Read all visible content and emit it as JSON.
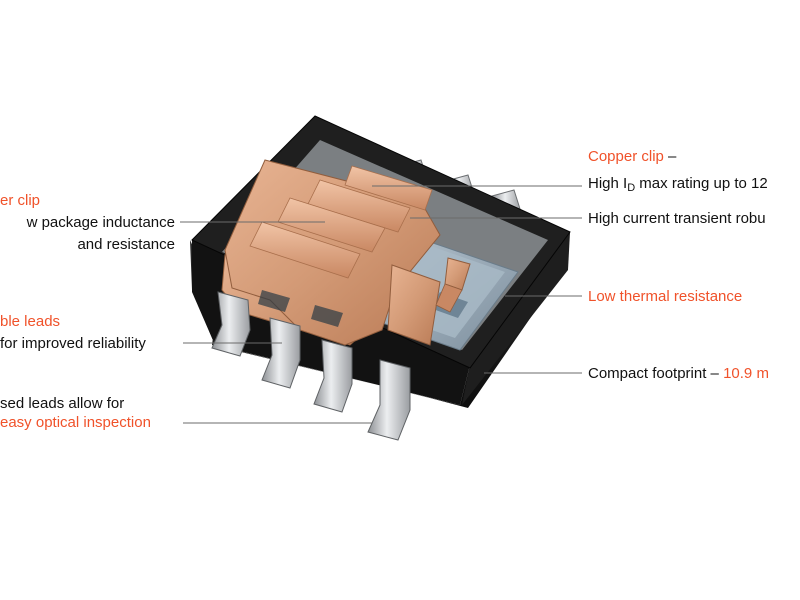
{
  "colors": {
    "accent": "#f0522a",
    "text": "#111111",
    "copper": "#d9a07c",
    "body": "#1b1b1b",
    "die": "#8fa3b3",
    "leads": "#b9bcbf"
  },
  "labels": {
    "left_copper_clip": "er clip",
    "left_inductance_1": "w package inductance",
    "left_inductance_2": "and resistance",
    "left_leads_title": "ble leads",
    "left_leads_text": "for improved reliability",
    "left_exposed_1": "sed leads allow for",
    "left_exposed_2": "easy optical inspection",
    "right_copper_clip": "Copper clip",
    "right_copper_dash": " –",
    "right_id_prefix": "High I",
    "right_id_sub": "D",
    "right_id_suffix": " max rating up to 12",
    "right_transient": "High current transient robu",
    "right_thermal": "Low thermal resistance",
    "right_footprint_prefix": "Compact footprint – ",
    "right_footprint_value": "10.9 m"
  }
}
